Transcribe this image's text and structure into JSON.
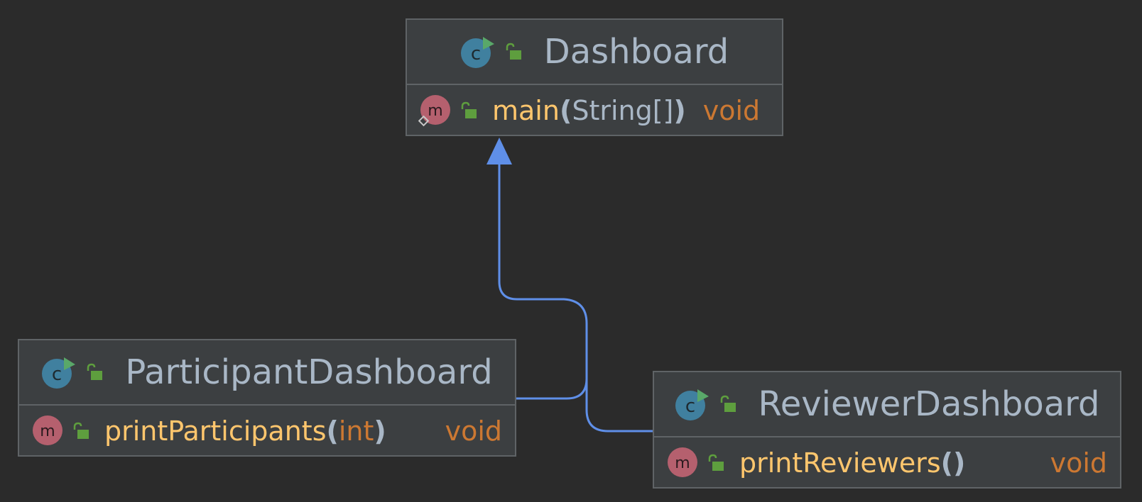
{
  "colors": {
    "background": "#2b2b2b",
    "box": "#3c3f41",
    "border": "#5f6366",
    "edge": "#5f8fe8",
    "class_icon": "#40809f",
    "method_icon": "#b5606e",
    "lock": "#5e9e3e",
    "class_name": "#a9b7c6",
    "method_name": "#ffc66d",
    "keyword": "#cc7832"
  },
  "icons": {
    "class": "class-c-icon",
    "method": "method-m-icon",
    "visibility": "public-lock-icon"
  },
  "classes": {
    "dashboard": {
      "name": "Dashboard",
      "method": {
        "name": "main",
        "open": "(",
        "param": "String[]",
        "close": ")",
        "return": "void"
      }
    },
    "participant": {
      "name": "ParticipantDashboard",
      "method": {
        "name": "printParticipants",
        "open": "(",
        "param": "int",
        "close": ")",
        "return": "void"
      }
    },
    "reviewer": {
      "name": "ReviewerDashboard",
      "method": {
        "name": "printReviewers",
        "open": "(",
        "param": "",
        "close": ")",
        "return": "void"
      }
    }
  }
}
